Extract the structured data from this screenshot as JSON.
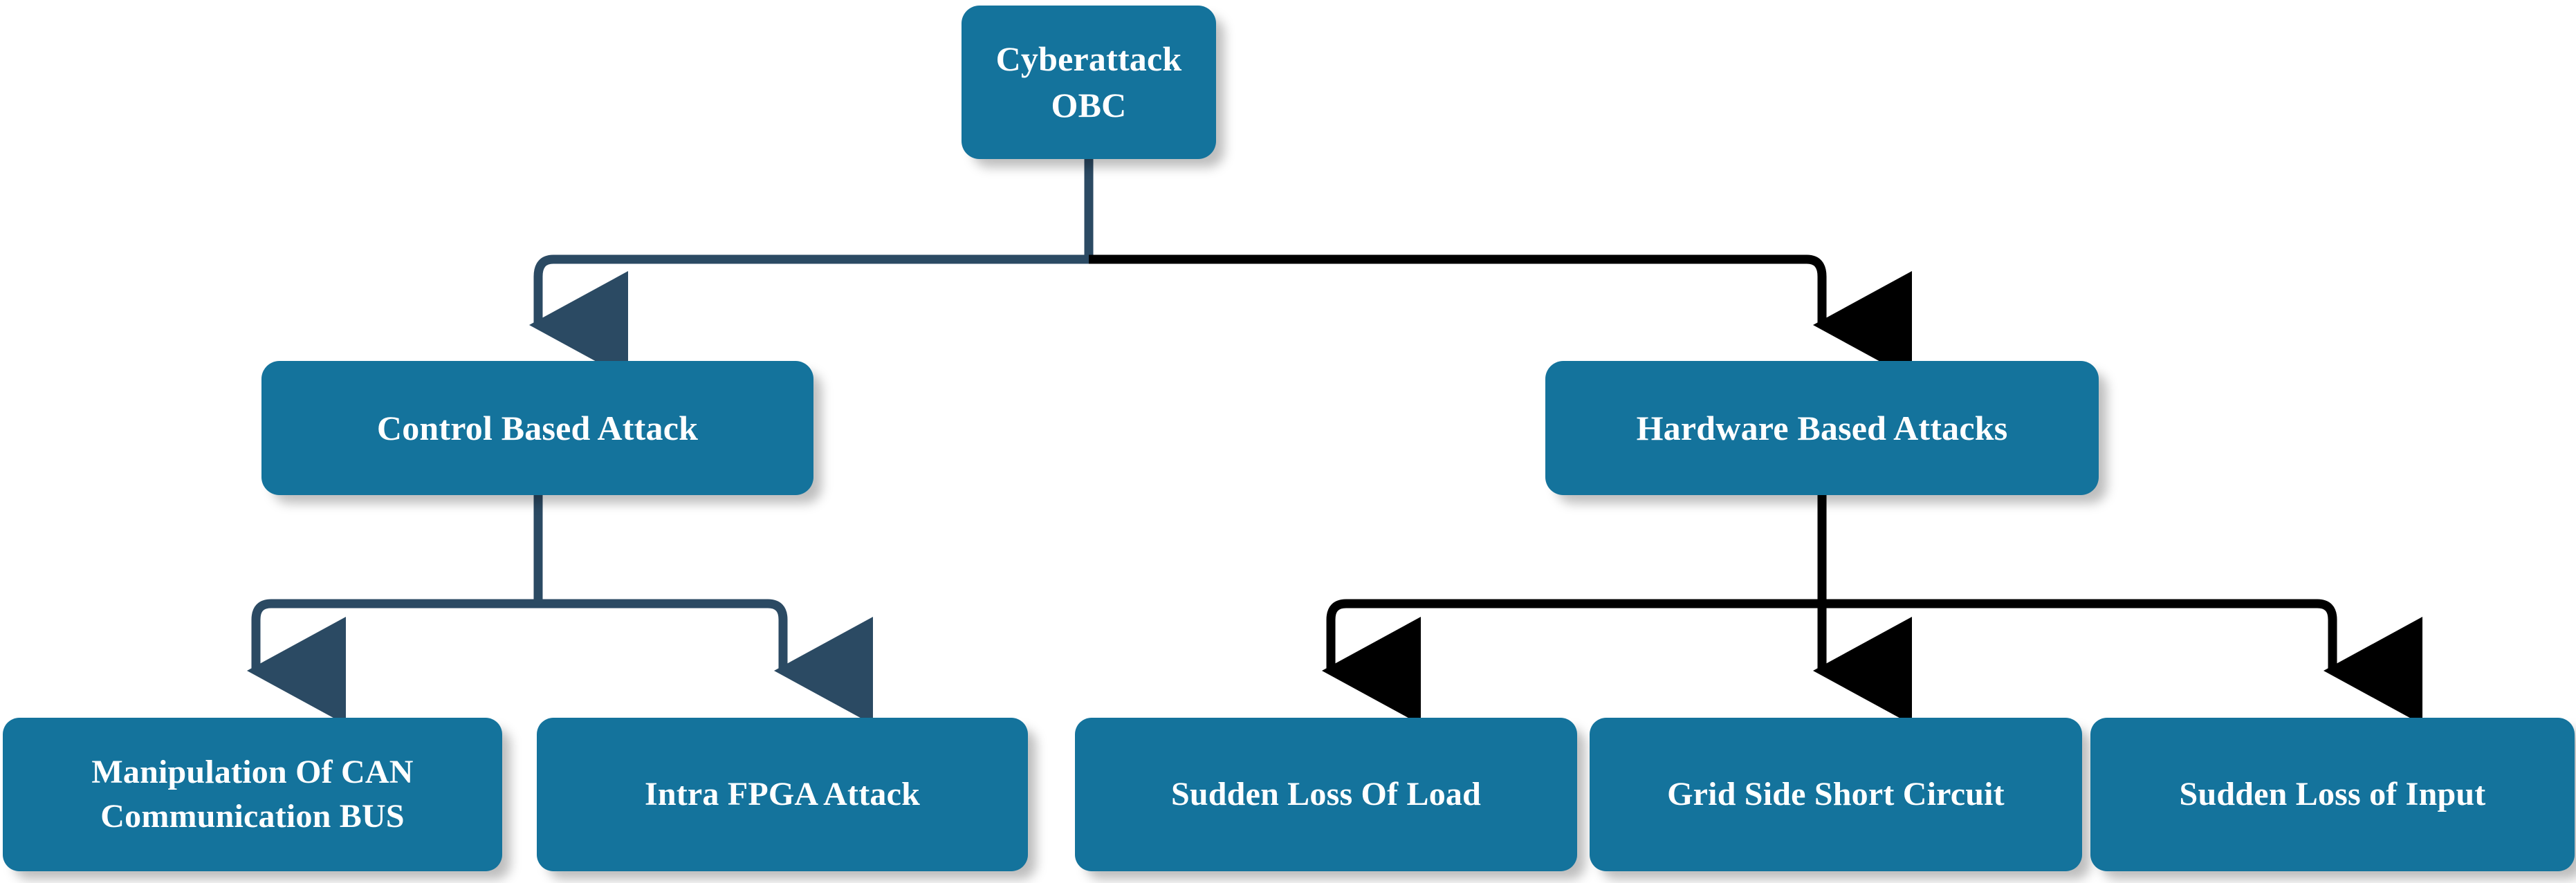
{
  "diagram": {
    "type": "tree",
    "title_node": "Cyberattack OBC",
    "orientation": "top-down",
    "colors": {
      "node_fill": "#14739C",
      "node_text": "#FFFFFF",
      "connector_navy": "#2B4A63",
      "connector_black": "#000000",
      "background": "#FFFFFF",
      "shadow": "rgba(0,0,0,0.26)"
    },
    "nodes": {
      "root": {
        "label": "Cyberattack OBC",
        "level": 0
      },
      "control": {
        "label": "Control Based Attack",
        "level": 1
      },
      "hardware": {
        "label": "Hardware Based Attacks",
        "level": 1
      },
      "can": {
        "label": "Manipulation Of CAN\nCommunication BUS",
        "level": 2
      },
      "fpga": {
        "label": "Intra FPGA Attack",
        "level": 2
      },
      "loss_load": {
        "label": "Sudden Loss Of Load",
        "level": 2
      },
      "short_circuit": {
        "label": "Grid Side Short Circuit",
        "level": 2
      },
      "loss_input": {
        "label": "Sudden Loss of Input",
        "level": 2
      }
    },
    "edges": [
      {
        "from": "root",
        "to": "control",
        "style": "elbow",
        "color": "#2B4A63",
        "arrow": true
      },
      {
        "from": "root",
        "to": "hardware",
        "style": "elbow",
        "color": "#000000",
        "arrow": true
      },
      {
        "from": "control",
        "to": "can",
        "style": "elbow",
        "color": "#2B4A63",
        "arrow": true
      },
      {
        "from": "control",
        "to": "fpga",
        "style": "elbow",
        "color": "#2B4A63",
        "arrow": true
      },
      {
        "from": "hardware",
        "to": "loss_load",
        "style": "elbow",
        "color": "#000000",
        "arrow": true
      },
      {
        "from": "hardware",
        "to": "short_circuit",
        "style": "straight",
        "color": "#000000",
        "arrow": true
      },
      {
        "from": "hardware",
        "to": "loss_input",
        "style": "elbow",
        "color": "#000000",
        "arrow": true
      }
    ]
  }
}
